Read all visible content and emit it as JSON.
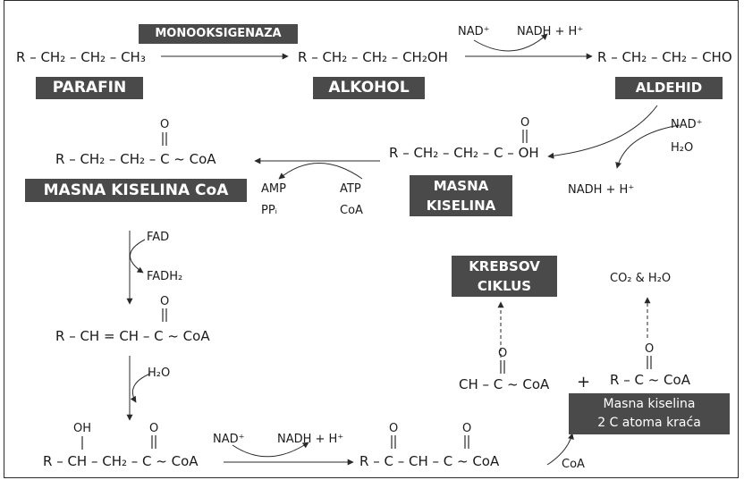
{
  "labels": {
    "monooksigenaza": "MONOOKSIGENAZA",
    "parafin": "PARAFIN",
    "alkohol": "ALKOHOL",
    "aldehid": "ALDEHID",
    "masna_kiselina_coa": "MASNA KISELINA CoA",
    "masna_kiselina_1": "MASNA",
    "masna_kiselina_2": "KISELINA",
    "krebsov_1": "KREBSOV",
    "krebsov_2": "CIKLUS",
    "kraca_1": "Masna kiselina",
    "kraca_2": "2 C atoma kraća"
  },
  "molecules": {
    "parafin": "R – CH₂ – CH₂ – CH₃",
    "alkohol": "R – CH₂ – CH₂ – CH₂OH",
    "aldehid": "R – CH₂ – CH₂ – CHO",
    "masna_kiselina": "R – CH₂ – CH₂ – C – OH",
    "acil_coa": "R – CH₂ – CH₂ – C ~ CoA",
    "enoil_coa": "R – CH = CH – C ~ CoA",
    "hidroksiacil_coa": "R – CH – CH₂ – C ~ CoA",
    "ketoacil_coa": "R – C – CH – C ~ CoA",
    "acetil_coa": "CH – C ~ CoA",
    "kraci_acil_coa": "R – C ~ CoA",
    "oxygen": "O",
    "hydroxyl": "OH"
  },
  "cofactors": {
    "nad": "NAD⁺",
    "nadh": "NADH + H⁺",
    "h2o": "H₂O",
    "amp": "AMP",
    "ppi": "PPᵢ",
    "atp": "ATP",
    "coa": "CoA",
    "fad": "FAD",
    "fadh2": "FADH₂",
    "co2_h2o": "CO₂ & H₂O",
    "plus": "+"
  },
  "colors": {
    "label_bg": "#4a4a4a",
    "label_text": "#ffffff",
    "line": "#2a2a2a"
  }
}
